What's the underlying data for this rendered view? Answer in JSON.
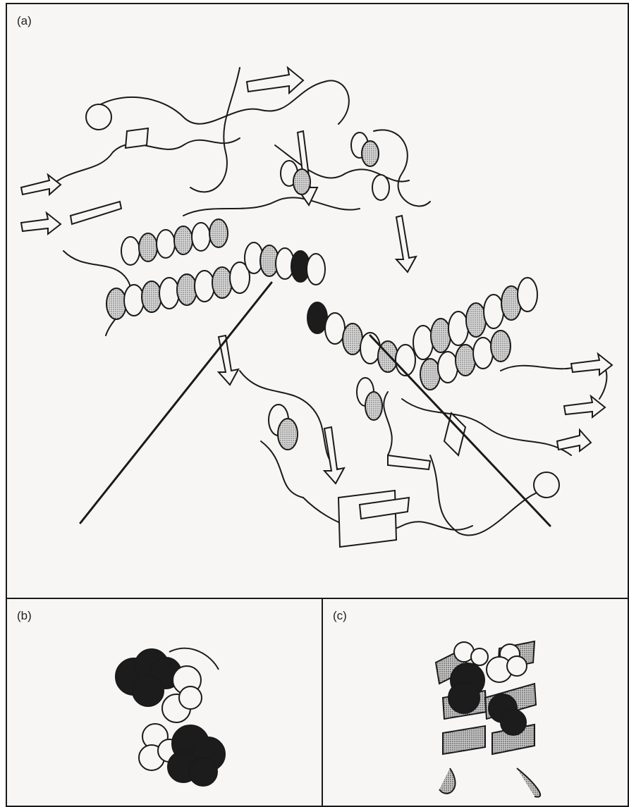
{
  "figure": {
    "panels": [
      {
        "id": "a",
        "label": "(a)"
      },
      {
        "id": "b",
        "label": "(b)"
      },
      {
        "id": "c",
        "label": "(c)"
      }
    ],
    "colors": {
      "ink": "#1a1a1a",
      "paper": "#f7f6f4",
      "shade": "#8a8a8a",
      "dark": "#1c1c1c"
    }
  }
}
